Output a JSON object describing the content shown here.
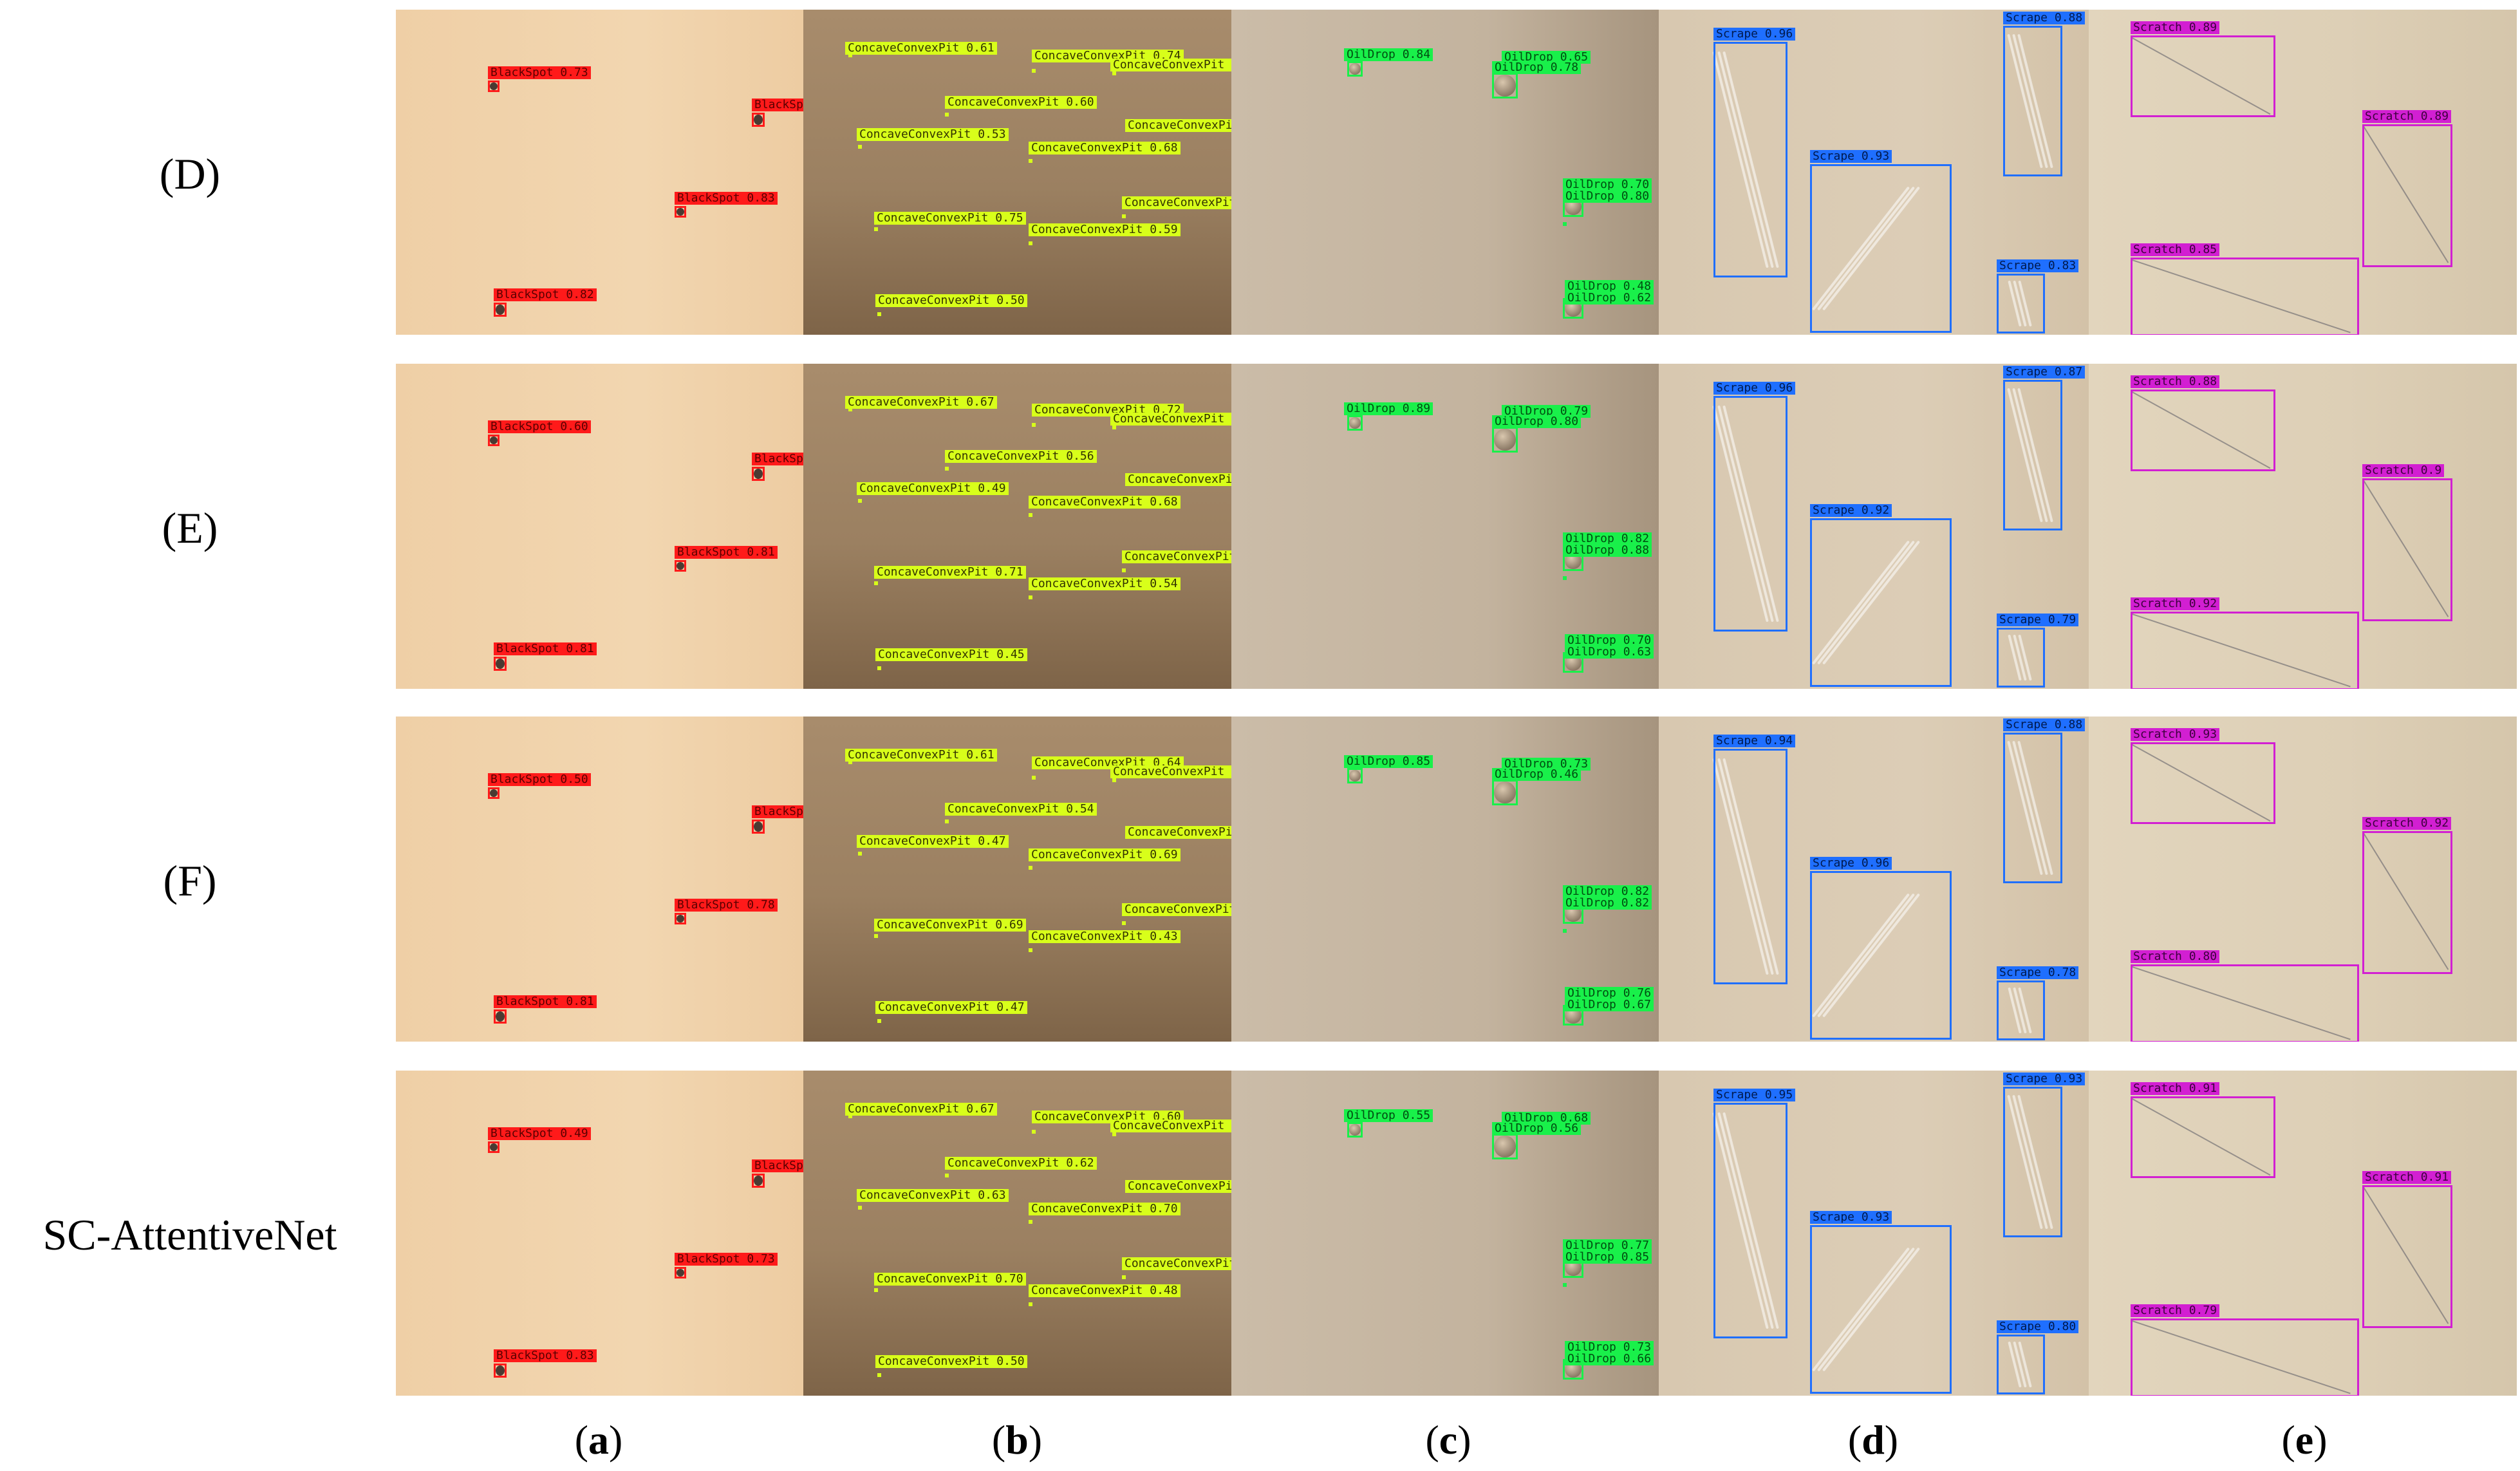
{
  "rows": [
    {
      "label": "(D)",
      "a": [
        "BlackSpot 0.73",
        "BlackSp",
        "BlackSpot 0.83",
        "BlackSpot 0.82"
      ],
      "b": [
        "ConcaveConvexPit 0.61",
        "ConcaveConvexPit 0.74",
        "ConcaveConvexPit 0",
        "ConcaveConvexPit 0.60",
        "ConcaveConvexPit 0.53",
        "ConcaveConvexPit",
        "ConcaveConvexPit 0.68",
        "ConcaveConvexPit",
        "ConcaveConvexPit 0.75",
        "ConcaveConvexPit 0.59",
        "ConcaveConvexPit 0.50"
      ],
      "c": [
        "OilDrop 0.84",
        "OilDrop 0.65",
        "OilDrop 0.78",
        "OilDrop 0.70",
        "OilDrop 0.80",
        "OilDrop 0.48",
        "OilDrop 0.62"
      ],
      "d": [
        "Scrape 0.96",
        "Scrape 0.88",
        "Scrape 0.93",
        "Scrape 0.83"
      ],
      "e": [
        "Scratch 0.89",
        "Scratch 0.89",
        "Scratch 0.85"
      ]
    },
    {
      "label": "(E)",
      "a": [
        "BlackSpot 0.60",
        "BlackSp",
        "BlackSpot 0.81",
        "BlackSpot 0.81"
      ],
      "b": [
        "ConcaveConvexPit 0.67",
        "ConcaveConvexPit 0.72",
        "ConcaveConvexPit 0",
        "ConcaveConvexPit 0.56",
        "ConcaveConvexPit 0.49",
        "ConcaveConvexPit",
        "ConcaveConvexPit 0.68",
        "ConcaveConvexPit",
        "ConcaveConvexPit 0.71",
        "ConcaveConvexPit 0.54",
        "ConcaveConvexPit 0.45"
      ],
      "c": [
        "OilDrop 0.89",
        "OilDrop 0.79",
        "OilDrop 0.80",
        "OilDrop 0.82",
        "OilDrop 0.88",
        "OilDrop 0.70",
        "OilDrop 0.63"
      ],
      "d": [
        "Scrape 0.96",
        "Scrape 0.87",
        "Scrape 0.92",
        "Scrape 0.79"
      ],
      "e": [
        "Scratch 0.88",
        "Scratch 0.9",
        "Scratch 0.92"
      ]
    },
    {
      "label": "(F)",
      "a": [
        "BlackSpot 0.50",
        "BlackSp",
        "BlackSpot 0.78",
        "BlackSpot 0.81"
      ],
      "b": [
        "ConcaveConvexPit 0.61",
        "ConcaveConvexPit 0.64",
        "ConcaveConvexPit 0",
        "ConcaveConvexPit 0.54",
        "ConcaveConvexPit 0.47",
        "ConcaveConvexPit",
        "ConcaveConvexPit 0.69",
        "ConcaveConvexPit",
        "ConcaveConvexPit 0.69",
        "ConcaveConvexPit 0.43",
        "ConcaveConvexPit 0.47"
      ],
      "c": [
        "OilDrop 0.85",
        "OilDrop 0.73",
        "OilDrop 0.46",
        "OilDrop 0.82",
        "OilDrop 0.82",
        "OilDrop 0.76",
        "OilDrop 0.67"
      ],
      "d": [
        "Scrape 0.94",
        "Scrape 0.88",
        "Scrape 0.96",
        "Scrape 0.78"
      ],
      "e": [
        "Scratch 0.93",
        "Scratch 0.92",
        "Scratch 0.80"
      ]
    },
    {
      "label": "SC-AttentiveNet",
      "a": [
        "BlackSpot 0.49",
        "BlackSp",
        "BlackSpot 0.73",
        "BlackSpot 0.83"
      ],
      "b": [
        "ConcaveConvexPit 0.67",
        "ConcaveConvexPit 0.60",
        "ConcaveConvexPit 0",
        "ConcaveConvexPit 0.62",
        "ConcaveConvexPit 0.63",
        "ConcaveConvexPit",
        "ConcaveConvexPit 0.70",
        "ConcaveConvexPit",
        "ConcaveConvexPit 0.70",
        "ConcaveConvexPit 0.48",
        "ConcaveConvexPit 0.50"
      ],
      "c": [
        "OilDrop 0.55",
        "OilDrop 0.68",
        "OilDrop 0.56",
        "OilDrop 0.77",
        "OilDrop 0.85",
        "OilDrop 0.73",
        "OilDrop 0.66"
      ],
      "d": [
        "Scrape 0.95",
        "Scrape 0.93",
        "Scrape 0.93",
        "Scrape 0.80"
      ],
      "e": [
        "Scratch 0.91",
        "Scratch 0.91",
        "Scratch 0.79"
      ]
    }
  ],
  "columns": [
    {
      "open": "(",
      "letter": "a",
      "close": ")"
    },
    {
      "open": "(",
      "letter": "b",
      "close": ")"
    },
    {
      "open": "(",
      "letter": "c",
      "close": ")"
    },
    {
      "open": "(",
      "letter": "d",
      "close": ")"
    },
    {
      "open": "(",
      "letter": "e",
      "close": ")"
    }
  ],
  "colors": {
    "blackspot": "#ff1a1a",
    "concave": "#d8ff1a",
    "oildrop": "#19f04a",
    "scrape": "#1f6fff",
    "scratch": "#d21fd2"
  }
}
